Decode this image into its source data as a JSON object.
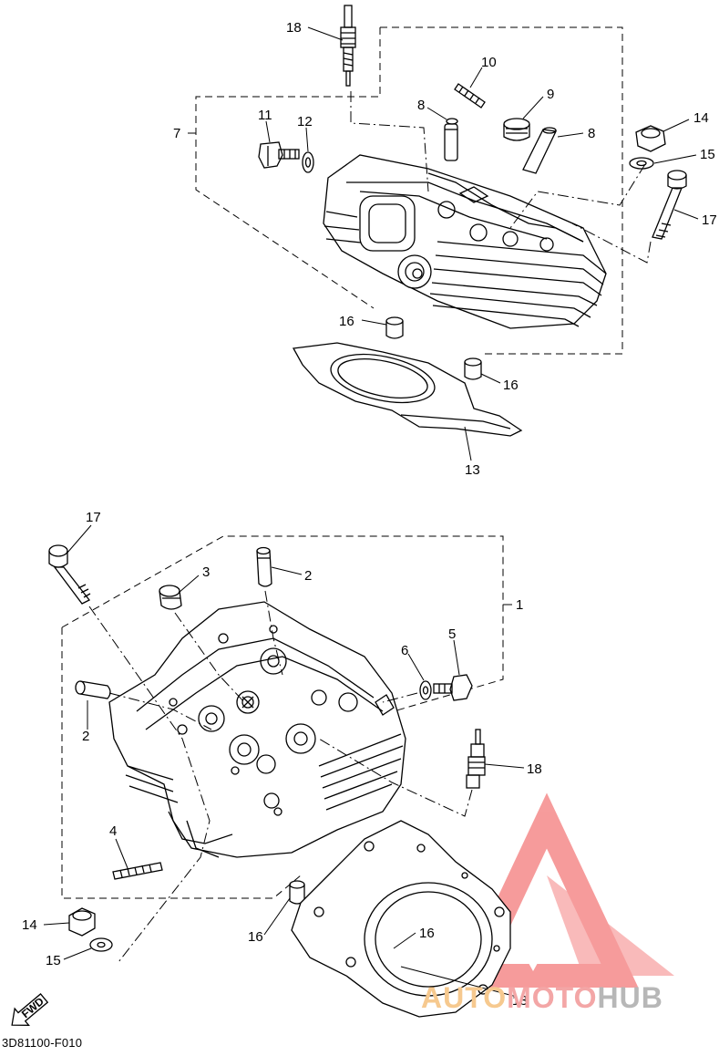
{
  "diagram_code": "3D81100-F010",
  "fwd_label": "FWD",
  "watermark": {
    "part1": "AUTO",
    "part2": "MOTO",
    "part3": "HUB",
    "logo_color": "#ef4b4b",
    "text_color_1": "#f6c98f",
    "text_color_2": "#f3a6a6",
    "text_color_3": "#b7b7b7"
  },
  "callouts": {
    "c18_top": "18",
    "c10": "10",
    "c9": "9",
    "c8_left": "8",
    "c8_right": "8",
    "c7": "7",
    "c11": "11",
    "c12": "12",
    "c14_top": "14",
    "c15_top": "15",
    "c17_top": "17",
    "c16_top_left": "16",
    "c16_top_right": "16",
    "c13_top": "13",
    "c17_bottom": "17",
    "c3": "3",
    "c2_top": "2",
    "c1": "1",
    "c6": "6",
    "c5": "5",
    "c2_left": "2",
    "c18_bottom": "18",
    "c4": "4",
    "c14_bottom": "14",
    "c15_bottom": "15",
    "c16_bottom_left": "16",
    "c16_bottom_right": "16",
    "c13_bottom": "13"
  }
}
